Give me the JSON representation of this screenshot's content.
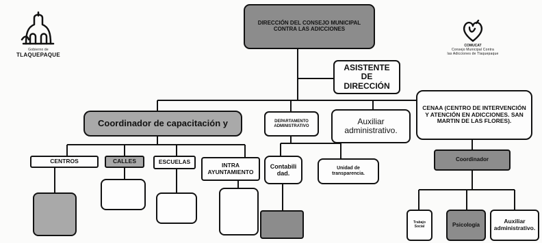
{
  "logo_left": {
    "small_text": "Gobierno de",
    "name": "TLAQUEPAQUE"
  },
  "logo_right": {
    "acronym": "COMUCAT",
    "line1": "Consejo Municipal Contra",
    "line2": "las Adicciones de Tlaquepaque"
  },
  "nodes": {
    "direccion": "DIRECCIÓN DEL CONSEJO MUNICIPAL CONTRA LAS ADICCIONES",
    "asistente": "ASISTENTE DE DIRECCIÓN",
    "cenaa": "CENAA (CENTRO DE INTERVENCIÓN Y ATENCIÓN EN ADICCIONES. SAN MARTIN DE LAS FLORES).",
    "coordinador_capacitacion": "Coordinador de capacitación y",
    "departamento_administrativo": "DEPARTAMENTO ADMINISTRATIVO",
    "auxiliar_administrativo": "Auxiliar administrativo.",
    "centros": "CENTROS",
    "calles": "CALLES",
    "escuelas": "ESCUELAS",
    "intra_ayuntamiento": "INTRA AYUNTAMIENTO",
    "contabilidad": "Contabili dad.",
    "unidad_transparencia": "Unidad de transparencia.",
    "coordinador": "Coordinador",
    "trabajo_social": "Trabajo Social",
    "psicologia": "Psicología",
    "auxiliar_administrativo_2": "Auxiliar administrativo."
  },
  "colors": {
    "dark_box": "#8c8c8c",
    "mid_box": "#a9a9a9",
    "line": "#111111"
  }
}
